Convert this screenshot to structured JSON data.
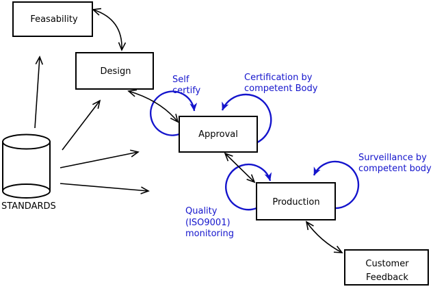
{
  "diagram": {
    "colors": {
      "annotation_blue": "#1414cc",
      "line_black": "#000000",
      "background": "#ffffff"
    },
    "boxes": {
      "feasability": {
        "label": "Feasability"
      },
      "design": {
        "label": "Design"
      },
      "approval": {
        "label": "Approval"
      },
      "production": {
        "label": "Production"
      },
      "customer_feedback": {
        "line1": "Customer",
        "line2": "Feedback"
      }
    },
    "datastore": {
      "label": "STANDARDS"
    },
    "annotations": {
      "self_certify": {
        "line1": "Self",
        "line2": "certify"
      },
      "certification": {
        "line1": "Certification by",
        "line2": "competent Body"
      },
      "surveillance": {
        "line1": "Surveillance by",
        "line2": "competent body"
      },
      "quality": {
        "line1": "Quality",
        "line2": "(ISO9001)",
        "line3": "monitoring"
      }
    }
  }
}
